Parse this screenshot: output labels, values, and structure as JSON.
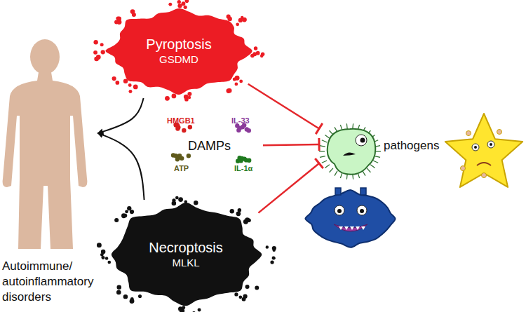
{
  "diagram": {
    "nodes": [
      {
        "text": [
          "Pyroptosis",
          "GSDMD"
        ]
      },
      {
        "text": [
          "Autoimmune/ autoinflammatory disorders"
        ]
      },
      {
        "text": [
          "HMGB1",
          "IL-33",
          "DAMPs",
          "ATP",
          "IL-1α"
        ]
      },
      {
        "text": [
          "pathogens"
        ]
      },
      {
        "text": [
          "Necroptosis",
          "MLKL"
        ]
      }
    ],
    "edges": [
      {
        "from": 0,
        "to": 1,
        "arrow": "to"
      },
      {
        "from": 4,
        "to": 1,
        "arrow": "to"
      },
      {
        "from": 0,
        "to": 3,
        "arrow": "to"
      },
      {
        "from": 2,
        "to": 3,
        "arrow": "to"
      },
      {
        "from": 4,
        "to": 3,
        "arrow": "to"
      }
    ]
  }
}
